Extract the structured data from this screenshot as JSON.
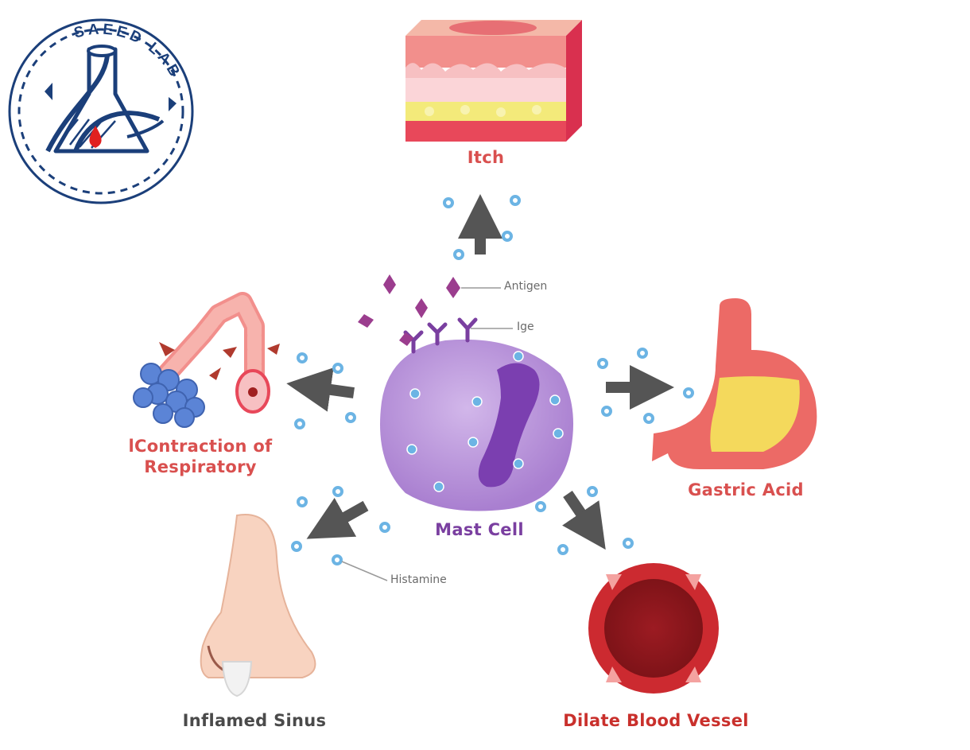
{
  "logo": {
    "text": "SAEED LAB",
    "ring_color": "#1b3f7a",
    "drop_color": "#e02020"
  },
  "labels": {
    "itch": "Itch",
    "respiratory_line1": "lContraction of",
    "respiratory_line2": "Respiratory",
    "gastric": "Gastric Acid",
    "mast_cell": "Mast Cell",
    "sinus": "Inflamed Sinus",
    "vessel": "Dilate Blood Vessel",
    "antigen": "Antigen",
    "ige": "Ige",
    "histamine": "Histamine"
  },
  "colors": {
    "effect_text": "#d9504f",
    "cell": "#b58ed6",
    "nucleus": "#7b3fb0",
    "arrow": "#555555",
    "histamine_dot": "#6cb4e4",
    "antigen": "#9b3d8e"
  }
}
